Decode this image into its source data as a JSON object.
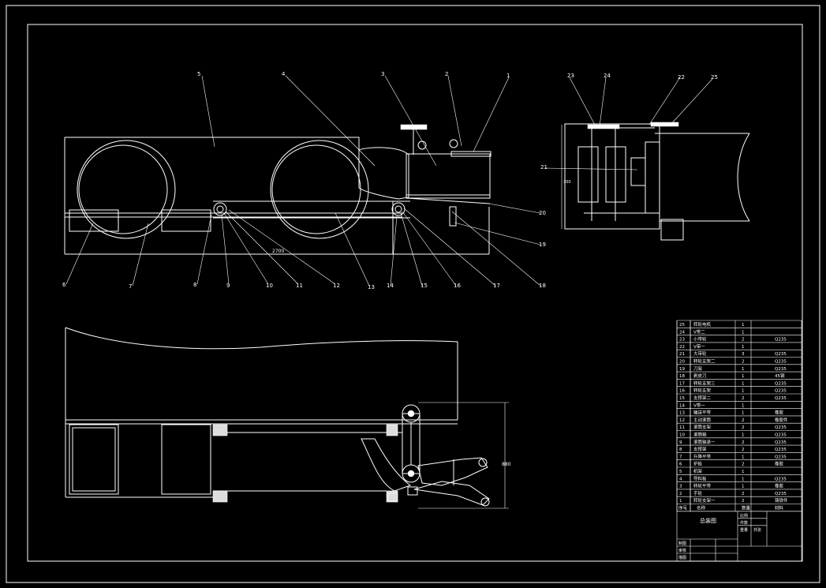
{
  "drawing": {
    "title": "总装图",
    "dimensions": {
      "overall_length": "2700",
      "height_side": "300",
      "height_plan": "880"
    },
    "balloons": [
      "1",
      "2",
      "3",
      "4",
      "5",
      "6",
      "7",
      "8",
      "9",
      "10",
      "11",
      "12",
      "13",
      "14",
      "15",
      "16",
      "17",
      "18",
      "19",
      "20",
      "21",
      "22",
      "23",
      "24",
      "25"
    ]
  },
  "bom": {
    "header": {
      "seq": "序号",
      "name": "名称",
      "qty": "数量",
      "material": "材料"
    },
    "rows": [
      {
        "seq": "25",
        "name": "转轮电机",
        "qty": "1",
        "material": ""
      },
      {
        "seq": "24",
        "name": "V带二",
        "qty": "1",
        "material": ""
      },
      {
        "seq": "23",
        "name": "小带轮",
        "qty": "2",
        "material": "Q235"
      },
      {
        "seq": "22",
        "name": "V带一",
        "qty": "1",
        "material": ""
      },
      {
        "seq": "21",
        "name": "大带轮",
        "qty": "3",
        "material": "Q235"
      },
      {
        "seq": "20",
        "name": "转轮支架二",
        "qty": "2",
        "material": "Q235"
      },
      {
        "seq": "19",
        "name": "刀架",
        "qty": "1",
        "material": "Q235"
      },
      {
        "seq": "18",
        "name": "剥皮刀",
        "qty": "1",
        "material": "45钢"
      },
      {
        "seq": "17",
        "name": "转轮支架三",
        "qty": "1",
        "material": "Q235"
      },
      {
        "seq": "16",
        "name": "转轮支架",
        "qty": "1",
        "material": "Q235"
      },
      {
        "seq": "15",
        "name": "支撑架二",
        "qty": "2",
        "material": "Q235"
      },
      {
        "seq": "14",
        "name": "V带一",
        "qty": "1",
        "material": ""
      },
      {
        "seq": "13",
        "name": "输送平带",
        "qty": "1",
        "material": "橡胶"
      },
      {
        "seq": "12",
        "name": "主动滚筒",
        "qty": "2",
        "material": "橡胶件"
      },
      {
        "seq": "11",
        "name": "滚筒支架",
        "qty": "2",
        "material": "Q235"
      },
      {
        "seq": "10",
        "name": "滚筒轴",
        "qty": "1",
        "material": "Q235"
      },
      {
        "seq": "9",
        "name": "滚筒轴承一",
        "qty": "2",
        "material": "Q235"
      },
      {
        "seq": "8",
        "name": "支撑架",
        "qty": "2",
        "material": "Q235"
      },
      {
        "seq": "7",
        "name": "升降平带",
        "qty": "1",
        "material": "Q235"
      },
      {
        "seq": "6",
        "name": "护板",
        "qty": "2",
        "material": "橡胶"
      },
      {
        "seq": "5",
        "name": "机架",
        "qty": "1",
        "material": ""
      },
      {
        "seq": "4",
        "name": "导料板",
        "qty": "1",
        "material": "Q235"
      },
      {
        "seq": "3",
        "name": "转轮平带",
        "qty": "1",
        "material": "橡胶"
      },
      {
        "seq": "2",
        "name": "手轮",
        "qty": "2",
        "material": "Q235"
      },
      {
        "seq": "1",
        "name": "转轮支架一",
        "qty": "2",
        "material": "铸铁件"
      }
    ],
    "title_block": {
      "title": "总装图",
      "label_a": "比例",
      "label_b": "件数",
      "label_c": "重量",
      "label_d": "共张",
      "designer": "制图",
      "checker": "审核",
      "approver": "描图"
    }
  }
}
